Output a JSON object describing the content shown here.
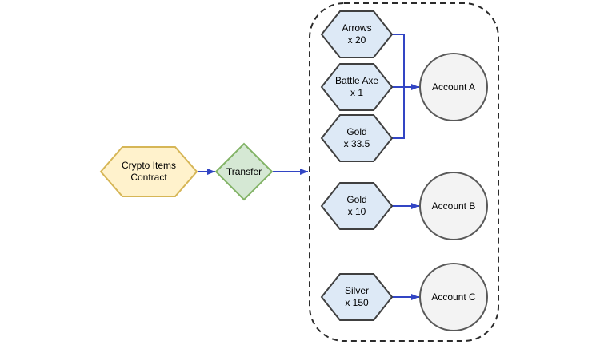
{
  "diagram": {
    "source": {
      "line1": "Crypto Items",
      "line2": "Contract"
    },
    "action": {
      "label": "Transfer"
    },
    "items": [
      {
        "name": "Arrows",
        "qty": "x 20",
        "to": "Account A"
      },
      {
        "name": "Battle Axe",
        "qty": "x 1",
        "to": "Account A"
      },
      {
        "name": "Gold",
        "qty": "x 33.5",
        "to": "Account A"
      },
      {
        "name": "Gold",
        "qty": "x 10",
        "to": "Account B"
      },
      {
        "name": "Silver",
        "qty": "x 150",
        "to": "Account C"
      }
    ],
    "accounts": [
      {
        "label": "Account A"
      },
      {
        "label": "Account B"
      },
      {
        "label": "Account C"
      }
    ],
    "colors": {
      "connector": "#3245c4",
      "container_border": "#2b2b2b",
      "item_fill": "#dde9f6",
      "item_stroke": "#404040",
      "account_fill": "#f3f3f3",
      "account_stroke": "#595959",
      "source_fill": "#fff2cc",
      "source_stroke": "#d6b656",
      "action_fill": "#d5e8d4",
      "action_stroke": "#82b366",
      "text": "#000000"
    }
  }
}
